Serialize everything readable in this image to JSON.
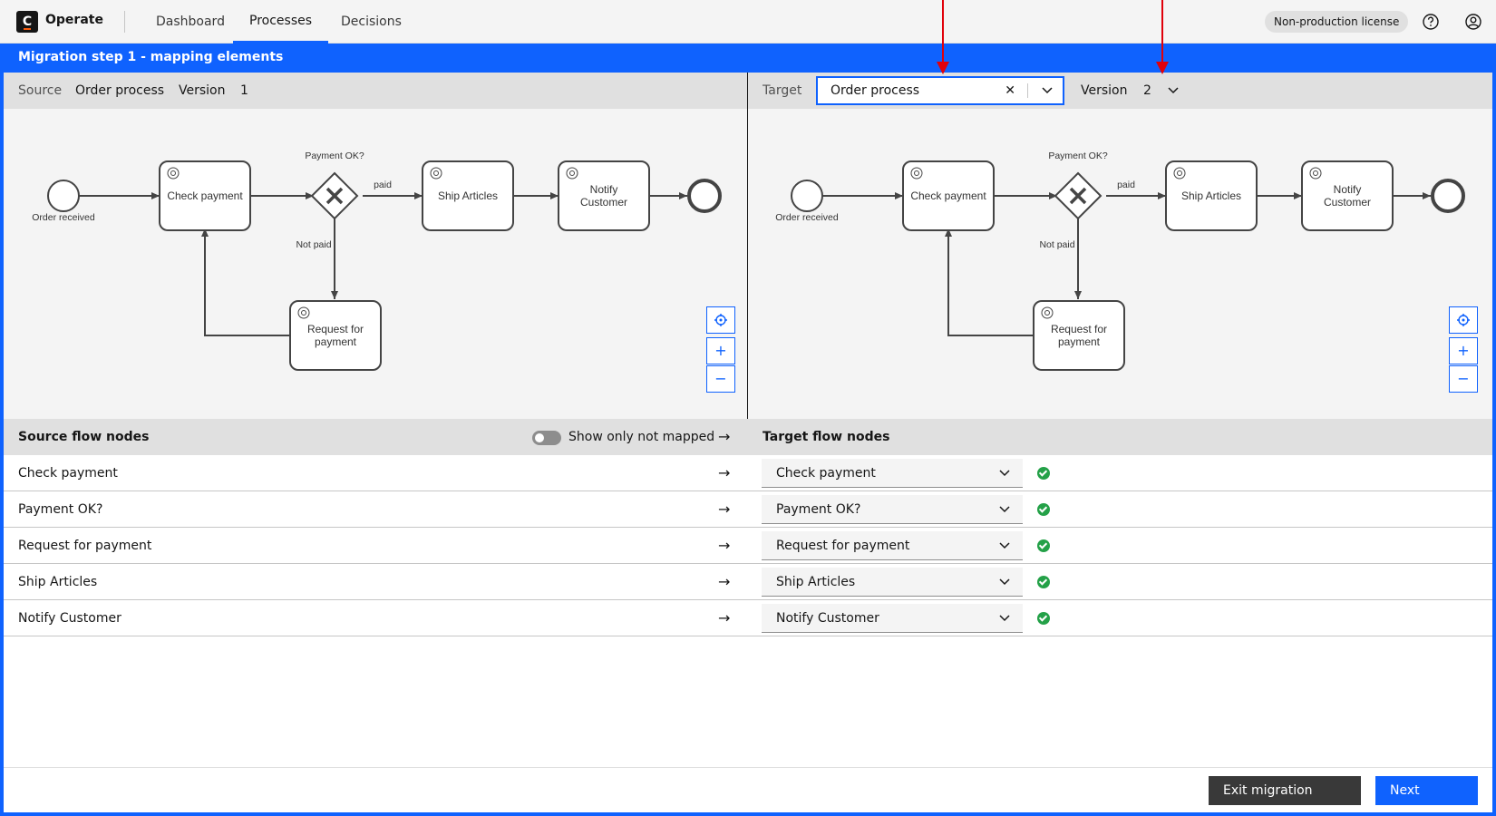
{
  "header": {
    "logo_letter": "C",
    "app_name": "Operate",
    "nav": [
      {
        "label": "Dashboard"
      },
      {
        "label": "Processes"
      },
      {
        "label": "Decisions"
      }
    ],
    "license_label": "Non-production license",
    "help_icon": "help-icon",
    "user_icon": "user-icon"
  },
  "migration": {
    "title": "Migration step 1 - mapping elements"
  },
  "source_panel": {
    "label": "Source",
    "process_name": "Order process",
    "version_label": "Version",
    "version_value": "1"
  },
  "target_panel": {
    "label": "Target",
    "process_value": "Order process",
    "version_label": "Version",
    "version_value": "2"
  },
  "diagram": {
    "start_label": "Order received",
    "check_payment": "Check payment",
    "gateway_label": "Payment OK?",
    "paid_label": "paid",
    "not_paid_label": "Not paid",
    "ship_articles": "Ship Articles",
    "notify_line1": "Notify",
    "notify_line2": "Customer",
    "request_line1": "Request for",
    "request_line2": "payment"
  },
  "zoom": {
    "reset_icon": "crosshair-icon",
    "plus": "+",
    "minus": "−"
  },
  "table": {
    "source_header": "Source flow nodes",
    "toggle_label": "Show only not mapped",
    "target_header": "Target flow nodes",
    "arrow": "→",
    "rows": [
      {
        "source": "Check payment",
        "target": "Check payment"
      },
      {
        "source": "Payment OK?",
        "target": "Payment OK?"
      },
      {
        "source": "Request for payment",
        "target": "Request for payment"
      },
      {
        "source": "Ship Articles",
        "target": "Ship Articles"
      },
      {
        "source": "Notify Customer",
        "target": "Notify Customer"
      }
    ]
  },
  "footer": {
    "exit_label": "Exit migration",
    "next_label": "Next"
  },
  "colors": {
    "accent": "#0f62fe",
    "success": "#24a148",
    "annotation_arrow": "#e0000a"
  }
}
